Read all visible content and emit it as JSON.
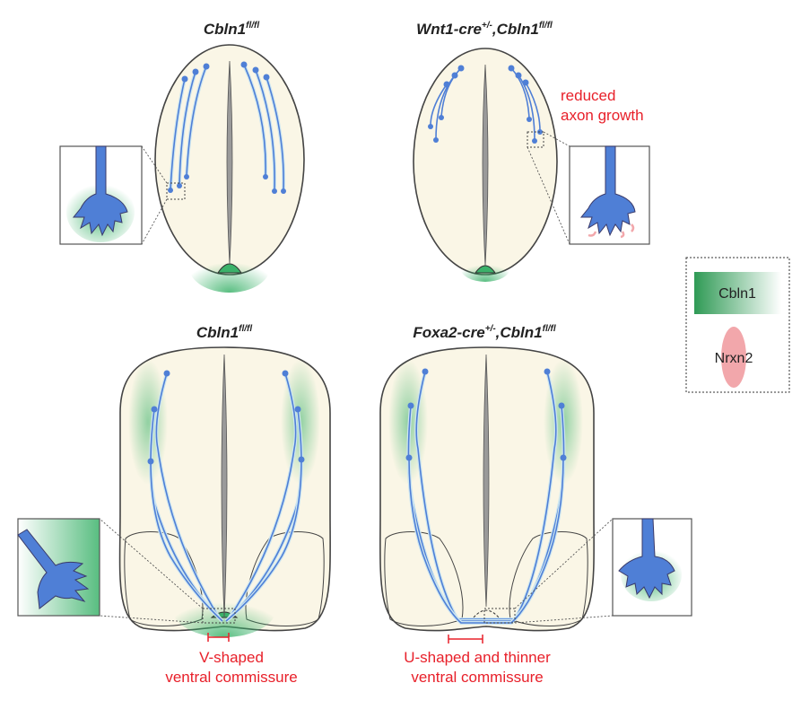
{
  "panels": {
    "top_left": {
      "title_main": "Cbln1",
      "title_sup": "fl/fl"
    },
    "top_right": {
      "title_pre": "Wnt1-cre",
      "title_pre_sup": "+/-",
      "title_sep": ",Cbln1",
      "title_sup": "fl/fl",
      "note_line1": "reduced",
      "note_line2": "axon growth"
    },
    "bottom_left": {
      "title_main": "Cbln1",
      "title_sup": "fl/fl",
      "caption_line1": "V-shaped",
      "caption_line2": "ventral commissure"
    },
    "bottom_right": {
      "title_pre": "Foxa2-cre",
      "title_pre_sup": "+/-",
      "title_sep": ",Cbln1",
      "title_sup": "fl/fl",
      "caption_line1": "U-shaped and thinner",
      "caption_line2": "ventral commissure"
    }
  },
  "legend": {
    "item1": "Cbln1",
    "item2": "Nrxn2"
  },
  "colors": {
    "cbln1_green": "#3bb26a",
    "axon_blue": "#4f7fd6",
    "nrxn2_pink": "#f2a7ab",
    "annotation_red": "#e8202a"
  }
}
